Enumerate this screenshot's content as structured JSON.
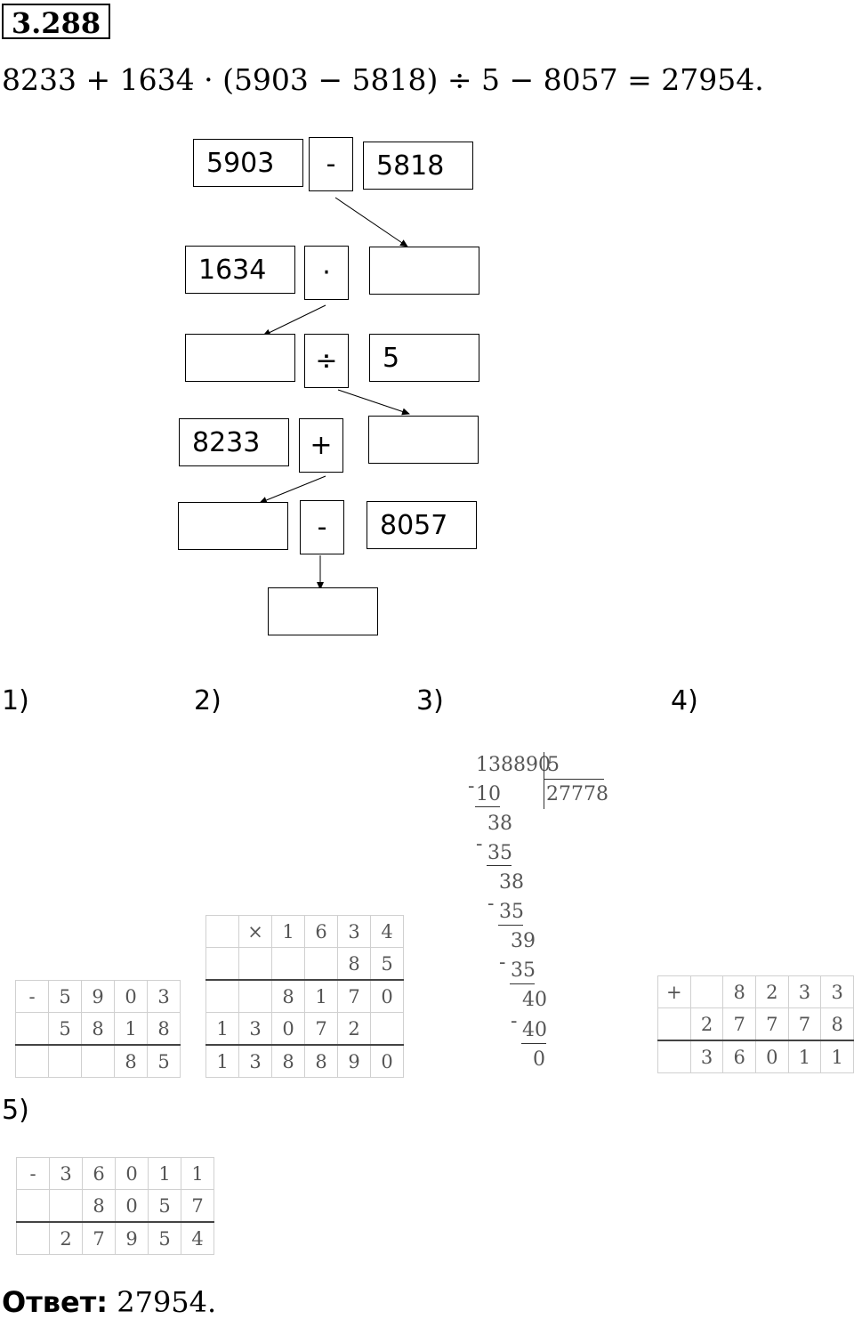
{
  "problem_number": "3.288",
  "expression": "8233 + 1634 · (5903 − 5818) ÷ 5 − 8057 = 27954.",
  "flowchart": {
    "row1": {
      "left": "5903",
      "op": "-",
      "right": "5818"
    },
    "row2": {
      "left": "1634",
      "op": "·",
      "right": ""
    },
    "row3": {
      "left": "",
      "op": "÷",
      "right": "5"
    },
    "row4": {
      "left": "8233",
      "op": "+",
      "right": ""
    },
    "row5": {
      "left": "",
      "op": "-",
      "right": "8057"
    },
    "result": ""
  },
  "steps": {
    "labels": [
      "1)",
      "2)",
      "3)",
      "4)",
      "5)"
    ],
    "step1": [
      [
        "-",
        "5",
        "9",
        "0",
        "3"
      ],
      [
        "",
        "5",
        "8",
        "1",
        "8"
      ],
      [
        "",
        "",
        "",
        "8",
        "5"
      ]
    ],
    "step2": [
      [
        "",
        "×",
        "1",
        "6",
        "3",
        "4"
      ],
      [
        "",
        "",
        "",
        "",
        "8",
        "5"
      ],
      [
        "",
        "",
        "8",
        "1",
        "7",
        "0"
      ],
      [
        "1",
        "3",
        "0",
        "7",
        "2",
        ""
      ],
      [
        "1",
        "3",
        "8",
        "8",
        "9",
        "0"
      ]
    ],
    "step3": {
      "dividend": "138890",
      "divisor": "5",
      "quotient": "27778",
      "minus": "-",
      "lines": [
        "10",
        "38",
        "35",
        "38",
        "35",
        "39",
        "35",
        "40",
        "40",
        "0"
      ]
    },
    "step4": [
      [
        "+",
        "",
        "8",
        "2",
        "3",
        "3"
      ],
      [
        "",
        "2",
        "7",
        "7",
        "7",
        "8"
      ],
      [
        "",
        "3",
        "6",
        "0",
        "1",
        "1"
      ]
    ],
    "step5": [
      [
        "-",
        "3",
        "6",
        "0",
        "1",
        "1"
      ],
      [
        "",
        "",
        "8",
        "0",
        "5",
        "7"
      ],
      [
        "",
        "2",
        "7",
        "9",
        "5",
        "4"
      ]
    ]
  },
  "answer": {
    "label": "Ответ:",
    "value": "27954."
  }
}
